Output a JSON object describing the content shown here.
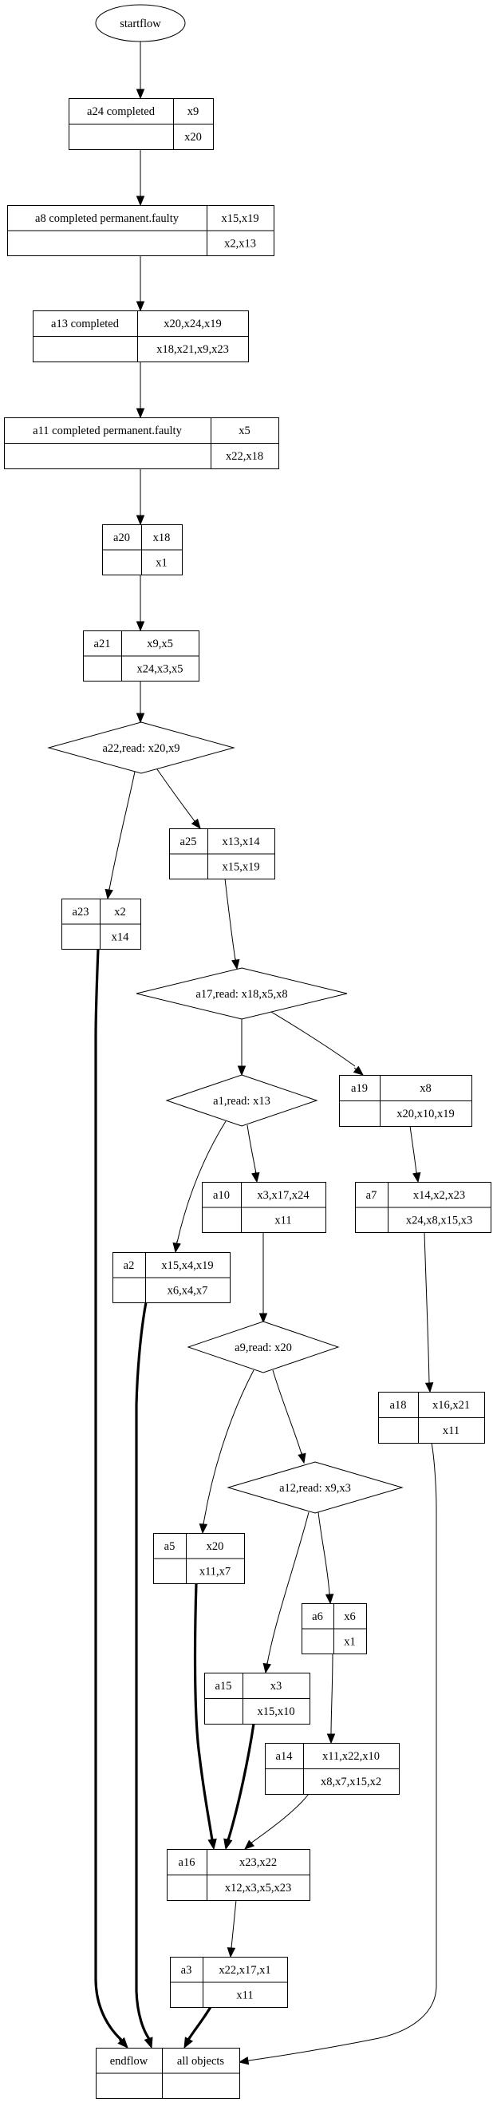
{
  "diagram": {
    "type": "workflow-graph",
    "start": {
      "id": "startflow",
      "label": "startflow"
    },
    "end": {
      "id": "endflow",
      "label": "endflow",
      "right_label": "all objects"
    },
    "nodes": [
      {
        "id": "a24",
        "kind": "activity",
        "label": "a24 completed",
        "top_right": "x9",
        "bottom_right": "x20"
      },
      {
        "id": "a8",
        "kind": "activity",
        "label": "a8 completed permanent.faulty",
        "top_right": "x15,x19",
        "bottom_right": "x2,x13"
      },
      {
        "id": "a13",
        "kind": "activity",
        "label": "a13 completed",
        "top_right": "x20,x24,x19",
        "bottom_right": "x18,x21,x9,x23"
      },
      {
        "id": "a11",
        "kind": "activity",
        "label": "a11  completed permanent.faulty",
        "top_right": "x5",
        "bottom_right": "x22,x18"
      },
      {
        "id": "a20",
        "kind": "activity",
        "label": "a20",
        "top_right": "x18",
        "bottom_right": "x1"
      },
      {
        "id": "a21",
        "kind": "activity",
        "label": "a21",
        "top_right": "x9,x5",
        "bottom_right": "x24,x3,x5"
      },
      {
        "id": "a22",
        "kind": "decision",
        "label": "a22,read: x20,x9"
      },
      {
        "id": "a25",
        "kind": "activity",
        "label": "a25",
        "top_right": "x13,x14",
        "bottom_right": "x15,x19"
      },
      {
        "id": "a23",
        "kind": "activity",
        "label": "a23",
        "top_right": "x2",
        "bottom_right": "x14"
      },
      {
        "id": "a17",
        "kind": "decision",
        "label": "a17,read: x18,x5,x8"
      },
      {
        "id": "a1",
        "kind": "decision",
        "label": "a1,read: x13"
      },
      {
        "id": "a19",
        "kind": "activity",
        "label": "a19",
        "top_right": "x8",
        "bottom_right": "x20,x10,x19"
      },
      {
        "id": "a10",
        "kind": "activity",
        "label": "a10",
        "top_right": "x3,x17,x24",
        "bottom_right": "x11"
      },
      {
        "id": "a7",
        "kind": "activity",
        "label": "a7",
        "top_right": "x14,x2,x23",
        "bottom_right": "x24,x8,x15,x3"
      },
      {
        "id": "a2",
        "kind": "activity",
        "label": "a2",
        "top_right": "x15,x4,x19",
        "bottom_right": "x6,x4,x7"
      },
      {
        "id": "a9",
        "kind": "decision",
        "label": "a9,read: x20"
      },
      {
        "id": "a18",
        "kind": "activity",
        "label": "a18",
        "top_right": "x16,x21",
        "bottom_right": "x11"
      },
      {
        "id": "a12",
        "kind": "decision",
        "label": "a12,read: x9,x3"
      },
      {
        "id": "a5",
        "kind": "activity",
        "label": "a5",
        "top_right": "x20",
        "bottom_right": "x11,x7"
      },
      {
        "id": "a6",
        "kind": "activity",
        "label": "a6",
        "top_right": "x6",
        "bottom_right": "x1"
      },
      {
        "id": "a15",
        "kind": "activity",
        "label": "a15",
        "top_right": "x3",
        "bottom_right": "x15,x10"
      },
      {
        "id": "a14",
        "kind": "activity",
        "label": "a14",
        "top_right": "x11,x22,x10",
        "bottom_right": "x8,x7,x15,x2"
      },
      {
        "id": "a16",
        "kind": "activity",
        "label": "a16",
        "top_right": "x23,x22",
        "bottom_right": "x12,x3,x5,x23"
      },
      {
        "id": "a3",
        "kind": "activity",
        "label": "a3",
        "top_right": "x22,x17,x1",
        "bottom_right": "x11"
      }
    ],
    "edges": [
      {
        "from": "startflow",
        "to": "a24",
        "emphasized": false
      },
      {
        "from": "a24",
        "to": "a8",
        "emphasized": false
      },
      {
        "from": "a8",
        "to": "a13",
        "emphasized": false
      },
      {
        "from": "a13",
        "to": "a11",
        "emphasized": false
      },
      {
        "from": "a11",
        "to": "a20",
        "emphasized": false
      },
      {
        "from": "a20",
        "to": "a21",
        "emphasized": false
      },
      {
        "from": "a21",
        "to": "a22",
        "emphasized": false
      },
      {
        "from": "a22",
        "to": "a23",
        "emphasized": false
      },
      {
        "from": "a22",
        "to": "a25",
        "emphasized": false
      },
      {
        "from": "a25",
        "to": "a17",
        "emphasized": false
      },
      {
        "from": "a17",
        "to": "a1",
        "emphasized": false
      },
      {
        "from": "a17",
        "to": "a19",
        "emphasized": false
      },
      {
        "from": "a1",
        "to": "a2",
        "emphasized": false
      },
      {
        "from": "a1",
        "to": "a10",
        "emphasized": false
      },
      {
        "from": "a19",
        "to": "a7",
        "emphasized": false
      },
      {
        "from": "a10",
        "to": "a9",
        "emphasized": false
      },
      {
        "from": "a7",
        "to": "a18",
        "emphasized": false
      },
      {
        "from": "a9",
        "to": "a5",
        "emphasized": false
      },
      {
        "from": "a9",
        "to": "a12",
        "emphasized": false
      },
      {
        "from": "a12",
        "to": "a15",
        "emphasized": false
      },
      {
        "from": "a12",
        "to": "a6",
        "emphasized": false
      },
      {
        "from": "a6",
        "to": "a14",
        "emphasized": false
      },
      {
        "from": "a5",
        "to": "a16",
        "emphasized": true
      },
      {
        "from": "a15",
        "to": "a16",
        "emphasized": true
      },
      {
        "from": "a14",
        "to": "a16",
        "emphasized": false
      },
      {
        "from": "a16",
        "to": "a3",
        "emphasized": false
      },
      {
        "from": "a23",
        "to": "endflow",
        "emphasized": true
      },
      {
        "from": "a2",
        "to": "endflow",
        "emphasized": true
      },
      {
        "from": "a3",
        "to": "endflow",
        "emphasized": true
      },
      {
        "from": "a18",
        "to": "endflow",
        "emphasized": false
      }
    ]
  }
}
